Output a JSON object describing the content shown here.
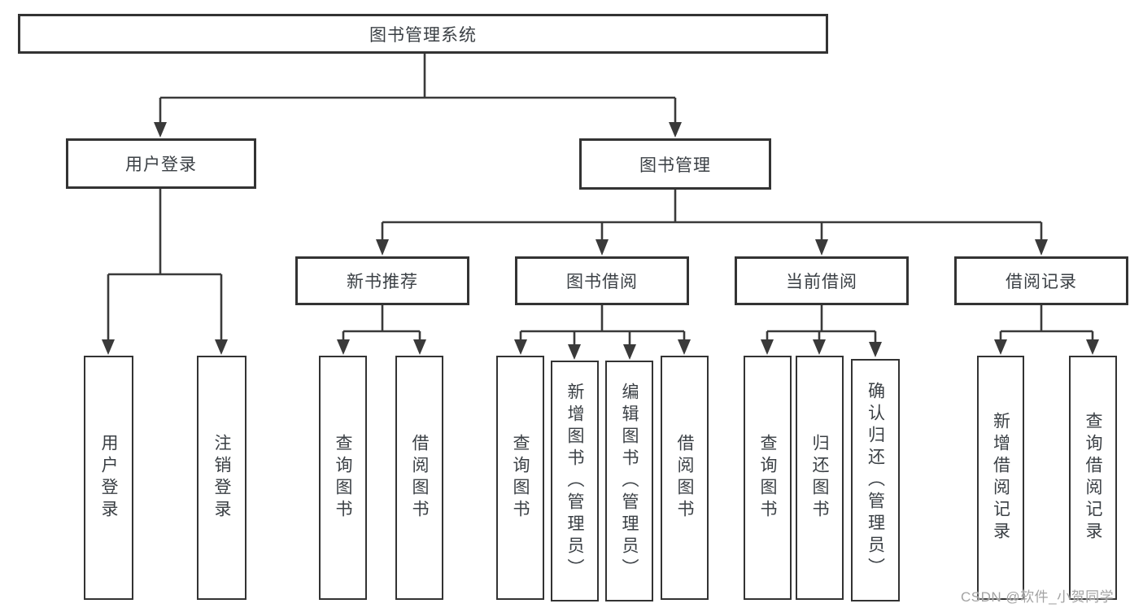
{
  "tree": {
    "root": {
      "label": "图书管理系统"
    },
    "branches": [
      {
        "label": "用户登录",
        "children": [
          {
            "label": "用户登录"
          },
          {
            "label": "注销登录"
          }
        ]
      },
      {
        "label": "图书管理",
        "children": [
          {
            "label": "新书推荐",
            "children": [
              {
                "label": "查询图书"
              },
              {
                "label": "借阅图书"
              }
            ]
          },
          {
            "label": "图书借阅",
            "children": [
              {
                "label": "查询图书"
              },
              {
                "label": "新增图书（管理员）"
              },
              {
                "label": "编辑图书（管理员）"
              },
              {
                "label": "借阅图书"
              }
            ]
          },
          {
            "label": "当前借阅",
            "children": [
              {
                "label": "查询图书"
              },
              {
                "label": "归还图书"
              },
              {
                "label": "确认归还（管理员）"
              }
            ]
          },
          {
            "label": "借阅记录",
            "children": [
              {
                "label": "新增借阅记录"
              },
              {
                "label": "查询借阅记录"
              }
            ]
          }
        ]
      }
    ]
  },
  "watermark": {
    "text": "CSDN @软件_小贺同学"
  },
  "colors": {
    "line": "#3a3a3a",
    "box_border": "#333333",
    "text": "#3b4045",
    "background": "#ffffff",
    "watermark": "#a3a3a3"
  }
}
